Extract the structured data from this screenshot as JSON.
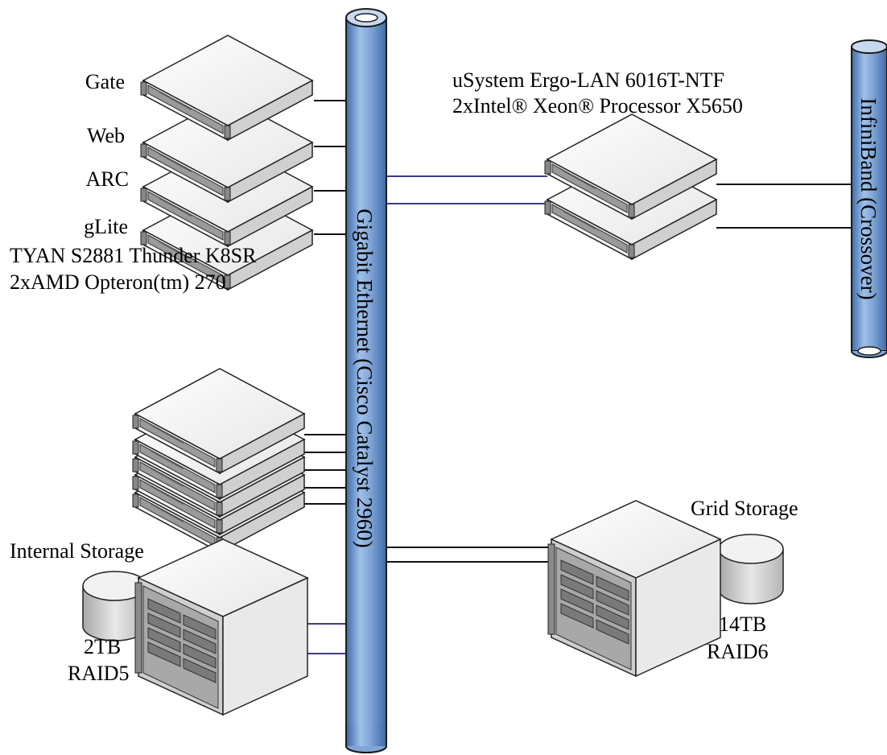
{
  "backbone": {
    "label": "Gigabit Ethernet (Cisco Catalyst 2960)"
  },
  "infiniband": {
    "label": "InfiniBand (Crossover)"
  },
  "service_nodes": [
    "Gate",
    "Web",
    "ARC",
    "gLite"
  ],
  "tyan": {
    "line1": "TYAN S2881 Thunder K8SR",
    "line2": "2xAMD Opteron(tm) 270"
  },
  "usystem": {
    "line1": "uSystem Ergo-LAN 6016T-NTF",
    "line2": "2xIntel® Xeon® Processor X5650"
  },
  "internal_storage": {
    "title": "Internal Storage",
    "size": "2TB",
    "raid": "RAID5"
  },
  "grid_storage": {
    "title": "Grid Storage",
    "size": "14TB",
    "raid": "RAID6"
  },
  "colors": {
    "cylinder_light": "#c6d9f1",
    "cylinder_mid": "#7fa6d6",
    "cylinder_dark": "#3e6aa8",
    "outline": "#1a1a1a",
    "wire_blue": "#3b3b8c"
  }
}
